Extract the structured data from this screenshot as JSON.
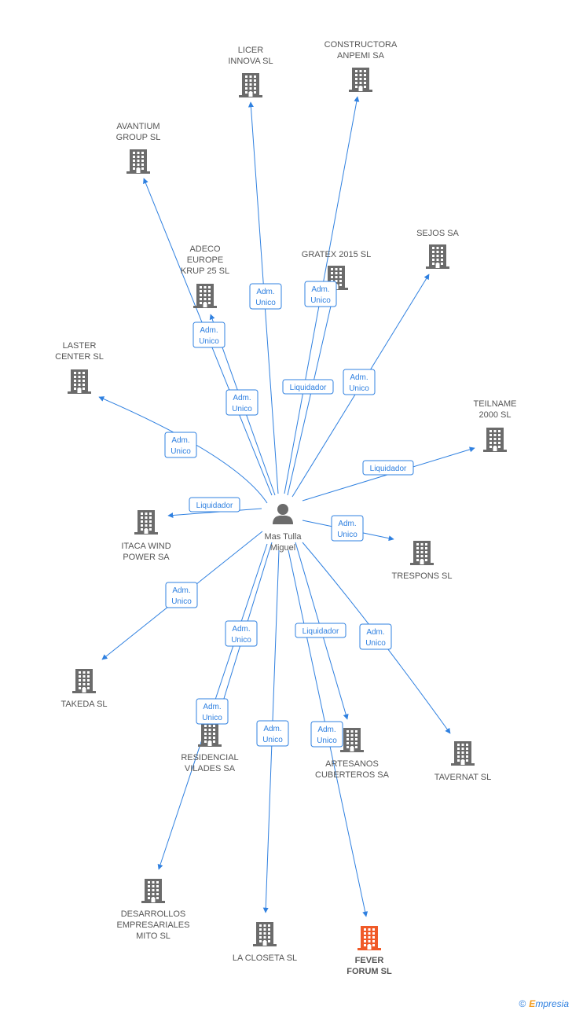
{
  "center": {
    "id": "center",
    "label": [
      "Mas Tulla",
      "Miguel"
    ]
  },
  "nodes": [
    {
      "id": "licer",
      "label": [
        "LICER",
        "INNOVA SL"
      ]
    },
    {
      "id": "constructora",
      "label": [
        "CONSTRUCTORA",
        "ANPEMI SA"
      ]
    },
    {
      "id": "avantium",
      "label": [
        "AVANTIUM",
        "GROUP SL"
      ]
    },
    {
      "id": "adeco",
      "label": [
        "ADECO",
        "EUROPE",
        "KRUP 25 SL"
      ]
    },
    {
      "id": "gratex",
      "label": [
        "GRATEX 2015 SL"
      ]
    },
    {
      "id": "sejos",
      "label": [
        "SEJOS SA"
      ]
    },
    {
      "id": "laster",
      "label": [
        "LASTER",
        "CENTER SL"
      ]
    },
    {
      "id": "teilname",
      "label": [
        "TEILNAME",
        "2000 SL"
      ]
    },
    {
      "id": "itaca",
      "label": [
        "ITACA WIND",
        "POWER SA"
      ]
    },
    {
      "id": "trespons",
      "label": [
        "TRESPONS SL"
      ]
    },
    {
      "id": "takeda",
      "label": [
        "TAKEDA SL"
      ]
    },
    {
      "id": "residencial",
      "label": [
        "RESIDENCIAL",
        "VILADES SA"
      ]
    },
    {
      "id": "artesanos",
      "label": [
        "ARTESANOS",
        "CUBERTEROS SA"
      ]
    },
    {
      "id": "tavernat",
      "label": [
        "TAVERNAT SL"
      ]
    },
    {
      "id": "desarrollos",
      "label": [
        "DESARROLLOS",
        "EMPRESARIALES",
        "MITO  SL"
      ]
    },
    {
      "id": "closeta",
      "label": [
        "LA CLOSETA SL"
      ]
    },
    {
      "id": "fever",
      "label": [
        "FEVER",
        "FORUM SL"
      ],
      "highlight": true
    }
  ],
  "edges": [
    {
      "target": "licer",
      "label": [
        "Adm.",
        "Unico"
      ]
    },
    {
      "target": "constructora",
      "label": [
        "Adm.",
        "Unico"
      ]
    },
    {
      "target": "avantium",
      "label": [
        "Adm.",
        "Unico"
      ]
    },
    {
      "target": "adeco",
      "label": [
        "Adm.",
        "Unico"
      ]
    },
    {
      "target": "gratex",
      "label": [
        "Liquidador"
      ]
    },
    {
      "target": "sejos",
      "label": [
        "Adm.",
        "Unico"
      ]
    },
    {
      "target": "laster",
      "label": [
        "Adm.",
        "Unico"
      ]
    },
    {
      "target": "teilname",
      "label": [
        "Liquidador"
      ]
    },
    {
      "target": "itaca",
      "label": [
        "Liquidador"
      ]
    },
    {
      "target": "trespons",
      "label": [
        "Adm.",
        "Unico"
      ]
    },
    {
      "target": "takeda",
      "label": [
        "Adm.",
        "Unico"
      ]
    },
    {
      "target": "residencial",
      "label": [
        "Adm.",
        "Unico"
      ]
    },
    {
      "target": "artesanos",
      "label": [
        "Liquidador"
      ]
    },
    {
      "target": "tavernat",
      "label": [
        "Adm.",
        "Unico"
      ]
    },
    {
      "target": "desarrollos",
      "label": [
        "Adm.",
        "Unico"
      ]
    },
    {
      "target": "closeta",
      "label": [
        "Adm.",
        "Unico"
      ]
    },
    {
      "target": "fever",
      "label": [
        "Adm.",
        "Unico"
      ]
    }
  ],
  "colors": {
    "edge": "#2f80e0",
    "building": "#6b6b6b",
    "building_highlight": "#f05a28",
    "person": "#6b6b6b"
  },
  "icons": {
    "company": "building-icon",
    "person": "person-icon"
  },
  "footer": {
    "copyright": "©",
    "brand_e": "E",
    "brand_rest": "mpresia"
  }
}
